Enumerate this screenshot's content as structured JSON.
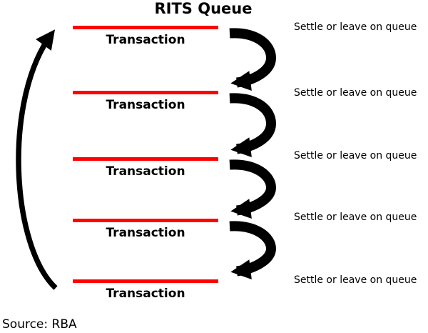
{
  "diagram": {
    "title": "RITS Queue",
    "rows": [
      {
        "transaction": "Transaction",
        "note": "Settle or leave on queue"
      },
      {
        "transaction": "Transaction",
        "note": "Settle or leave on queue"
      },
      {
        "transaction": "Transaction",
        "note": "Settle or leave on queue"
      },
      {
        "transaction": "Transaction",
        "note": "Settle or leave on queue"
      },
      {
        "transaction": "Transaction",
        "note": "Settle or leave on queue"
      }
    ],
    "source": "Source: RBA",
    "colors": {
      "transaction_line": "#ff0000",
      "arrow": "#000000",
      "text": "#000000"
    },
    "icons": {
      "step_arrow": "clockwise-curved-step-arrow",
      "cycle_arrow": "counterclockwise-return-arrow"
    }
  }
}
